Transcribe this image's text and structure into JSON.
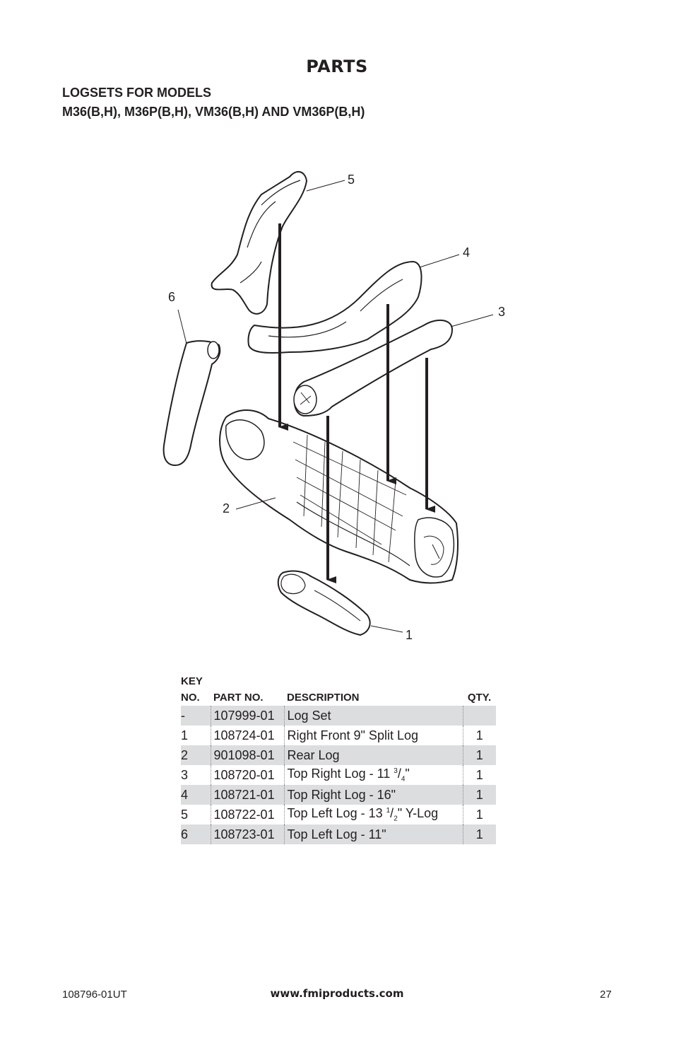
{
  "header": {
    "title": "PARTS",
    "subtitle_line1": "LOGSETS FOR MODELS",
    "subtitle_line2": "M36(B,H), M36P(B,H), VM36(B,H) AND VM36P(B,H)"
  },
  "diagram": {
    "callouts": [
      "5",
      "4",
      "3",
      "6",
      "2",
      "1"
    ]
  },
  "table": {
    "headers": {
      "key_line1": "KEY",
      "key_line2": "NO.",
      "part": "PART NO.",
      "description": "DESCRIPTION",
      "qty": "QTY."
    },
    "rows": [
      {
        "key": "-",
        "part": "107999-01",
        "description": "Log Set",
        "qty": ""
      },
      {
        "key": "1",
        "part": "108724-01",
        "description": "Right Front 9\" Split Log",
        "qty": "1"
      },
      {
        "key": "2",
        "part": "901098-01",
        "description": "Rear Log",
        "qty": "1"
      },
      {
        "key": "3",
        "part": "108720-01",
        "description_pre": "Top Right Log - 11 ",
        "frac_num": "3",
        "frac_den": "4",
        "description_post": "\"",
        "qty": "1"
      },
      {
        "key": "4",
        "part": "108721-01",
        "description": "Top Right Log - 16\"",
        "qty": "1"
      },
      {
        "key": "5",
        "part": "108722-01",
        "description_pre": "Top Left Log - 13 ",
        "frac_num": "1",
        "frac_den": "2",
        "description_post": "\" Y-Log",
        "qty": "1"
      },
      {
        "key": "6",
        "part": "108723-01",
        "description": "Top Left Log - 11\"",
        "qty": "1"
      }
    ]
  },
  "footer": {
    "doc_number": "108796-01UT",
    "website": "www.fmiproducts.com",
    "page_number": "27"
  }
}
